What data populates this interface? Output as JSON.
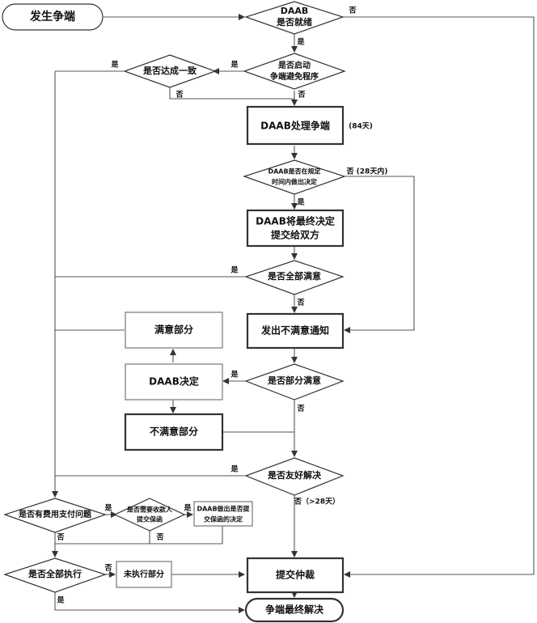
{
  "nodes": {
    "start": "发生争端",
    "daab_ready": [
      "DAAB",
      "是否就绪"
    ],
    "avoid_proc": [
      "是否启动",
      "争端避免程序"
    ],
    "consensus": "是否达成一致",
    "daab_handle": "DAAB处理争端",
    "days84": "(84天)",
    "decide_in_time": [
      "DAAB是否在规定",
      "时间内做出决定"
    ],
    "final_decision": [
      "DAAB将最终决定",
      "提交给双方"
    ],
    "all_satisfied": "是否全部满意",
    "nod": "发出不满意通知",
    "satisfied_part": "满意部分",
    "daab_decision": "DAAB决定",
    "part_satisfied": "是否部分满意",
    "unsatisfied_part": "不满意部分",
    "amicable": "是否友好解决",
    "payment_issue": "是否有费用支付问题",
    "guarantee_needed": [
      "是否需要收款人",
      "提交保函"
    ],
    "guarantee_decision": [
      "DAAB做出是否提",
      "交保函的决定"
    ],
    "all_executed": "是否全部执行",
    "unexecuted_part": "未执行部分",
    "arbitration": "提交仲裁",
    "final_resolution": "争端最终解决"
  },
  "labels": {
    "yes": "是",
    "no": "否",
    "no_28": "否 (28天内)",
    "no_gt28": "否（>28天）"
  }
}
